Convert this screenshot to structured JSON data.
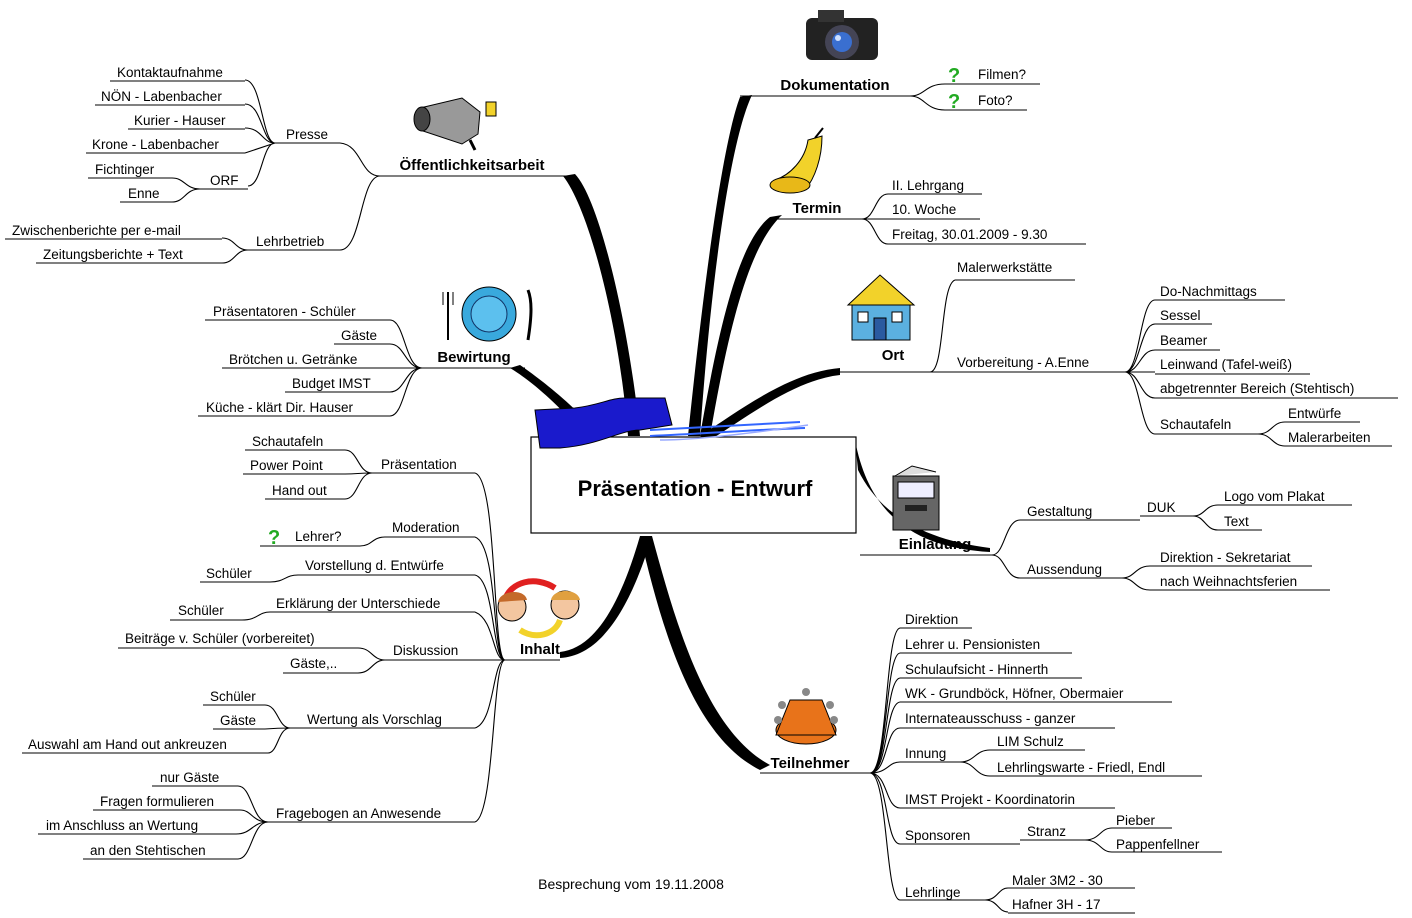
{
  "center": {
    "title": "Präsentation - Entwurf"
  },
  "footer": "Besprechung vom 19.11.2008",
  "icons": {
    "dokumentation": "camera-icon",
    "termin": "bell-icon",
    "ort": "house-icon",
    "einladung": "mailbox-icon",
    "teilnehmer": "meeting-table-icon",
    "inhalt": "discussion-faces-icon",
    "bewirtung": "plate-cutlery-icon",
    "oeffentlichkeitsarbeit": "megaphone-icon",
    "question": "question-mark-icon"
  },
  "colors": {
    "question_mark": "#22aa22",
    "center_arrow": "#1a1acc"
  },
  "branches": {
    "dokumentation": {
      "label": "Dokumentation",
      "items": [
        "Filmen?",
        "Foto?"
      ]
    },
    "termin": {
      "label": "Termin",
      "items": [
        "II. Lehrgang",
        "10. Woche",
        "Freitag, 30.01.2009 - 9.30"
      ]
    },
    "ort": {
      "label": "Ort",
      "malerwerkstaette": "Malerwerkstätte",
      "vorbereitung": "Vorbereitung - A.Enne",
      "vorbereitung_items": [
        "Do-Nachmittags",
        "Sessel",
        "Beamer",
        "Leinwand (Tafel-weiß)",
        "abgetrennter Bereich (Stehtisch)"
      ],
      "schautafeln": "Schautafeln",
      "schautafeln_items": [
        "Entwürfe",
        "Malerarbeiten"
      ]
    },
    "einladung": {
      "label": "Einladung",
      "gestaltung": "Gestaltung",
      "duk": "DUK",
      "duk_items": [
        "Logo vom Plakat",
        "Text"
      ],
      "aussendung": "Aussendung",
      "aussendung_items": [
        "Direktion - Sekretariat",
        "nach Weihnachtsferien"
      ]
    },
    "teilnehmer": {
      "label": "Teilnehmer",
      "items": [
        "Direktion",
        "Lehrer u. Pensionisten",
        "Schulaufsicht - Hinnerth",
        "WK - Grundböck, Höfner, Obermaier",
        "Internateausschuss - ganzer"
      ],
      "innung": "Innung",
      "innung_items": [
        "LIM Schulz",
        "Lehrlingswarte - Friedl, Endl"
      ],
      "imst": "IMST Projekt - Koordinatorin",
      "sponsoren": "Sponsoren",
      "stranz": "Stranz",
      "stranz_items": [
        "Pieber",
        "Pappenfellner"
      ],
      "lehrlinge": "Lehrlinge",
      "lehrlinge_items": [
        "Maler 3M2 - 30",
        "Hafner 3H - 17"
      ]
    },
    "oeffentlichkeitsarbeit": {
      "label": "Öffentlichkeitsarbeit",
      "presse": "Presse",
      "presse_items": [
        "Kontaktaufnahme",
        "NÖN - Labenbacher",
        "Kurier - Hauser",
        "Krone - Labenbacher"
      ],
      "orf": "ORF",
      "orf_items": [
        "Fichtinger",
        "Enne"
      ],
      "lehrbetrieb": "Lehrbetrieb",
      "lehrbetrieb_items": [
        "Zwischenberichte per e-mail",
        "Zeitungsberichte + Text"
      ]
    },
    "bewirtung": {
      "label": "Bewirtung",
      "items": [
        "Präsentatoren - Schüler",
        "Gäste",
        "Brötchen u. Getränke",
        "Budget IMST",
        "Küche - klärt Dir. Hauser"
      ]
    },
    "inhalt": {
      "label": "Inhalt",
      "praesentation": "Präsentation",
      "praesentation_items": [
        "Schautafeln",
        "Power Point",
        "Hand out"
      ],
      "moderation": "Moderation",
      "moderation_items": [
        "Lehrer?"
      ],
      "vorstellung": "Vorstellung d. Entwürfe",
      "vorstellung_items": [
        "Schüler"
      ],
      "erklaerung": "Erklärung der Unterschiede",
      "erklaerung_items": [
        "Schüler"
      ],
      "diskussion": "Diskussion",
      "diskussion_items": [
        "Beiträge v. Schüler (vorbereitet)",
        "Gäste,.."
      ],
      "wertung": "Wertung als Vorschlag",
      "wertung_items": [
        "Schüler",
        "Gäste",
        "Auswahl am Hand out ankreuzen"
      ],
      "fragebogen": "Fragebogen an Anwesende",
      "fragebogen_items": [
        "nur Gäste",
        "Fragen formulieren",
        "im Anschluss an Wertung",
        "an den Stehtischen"
      ]
    }
  }
}
